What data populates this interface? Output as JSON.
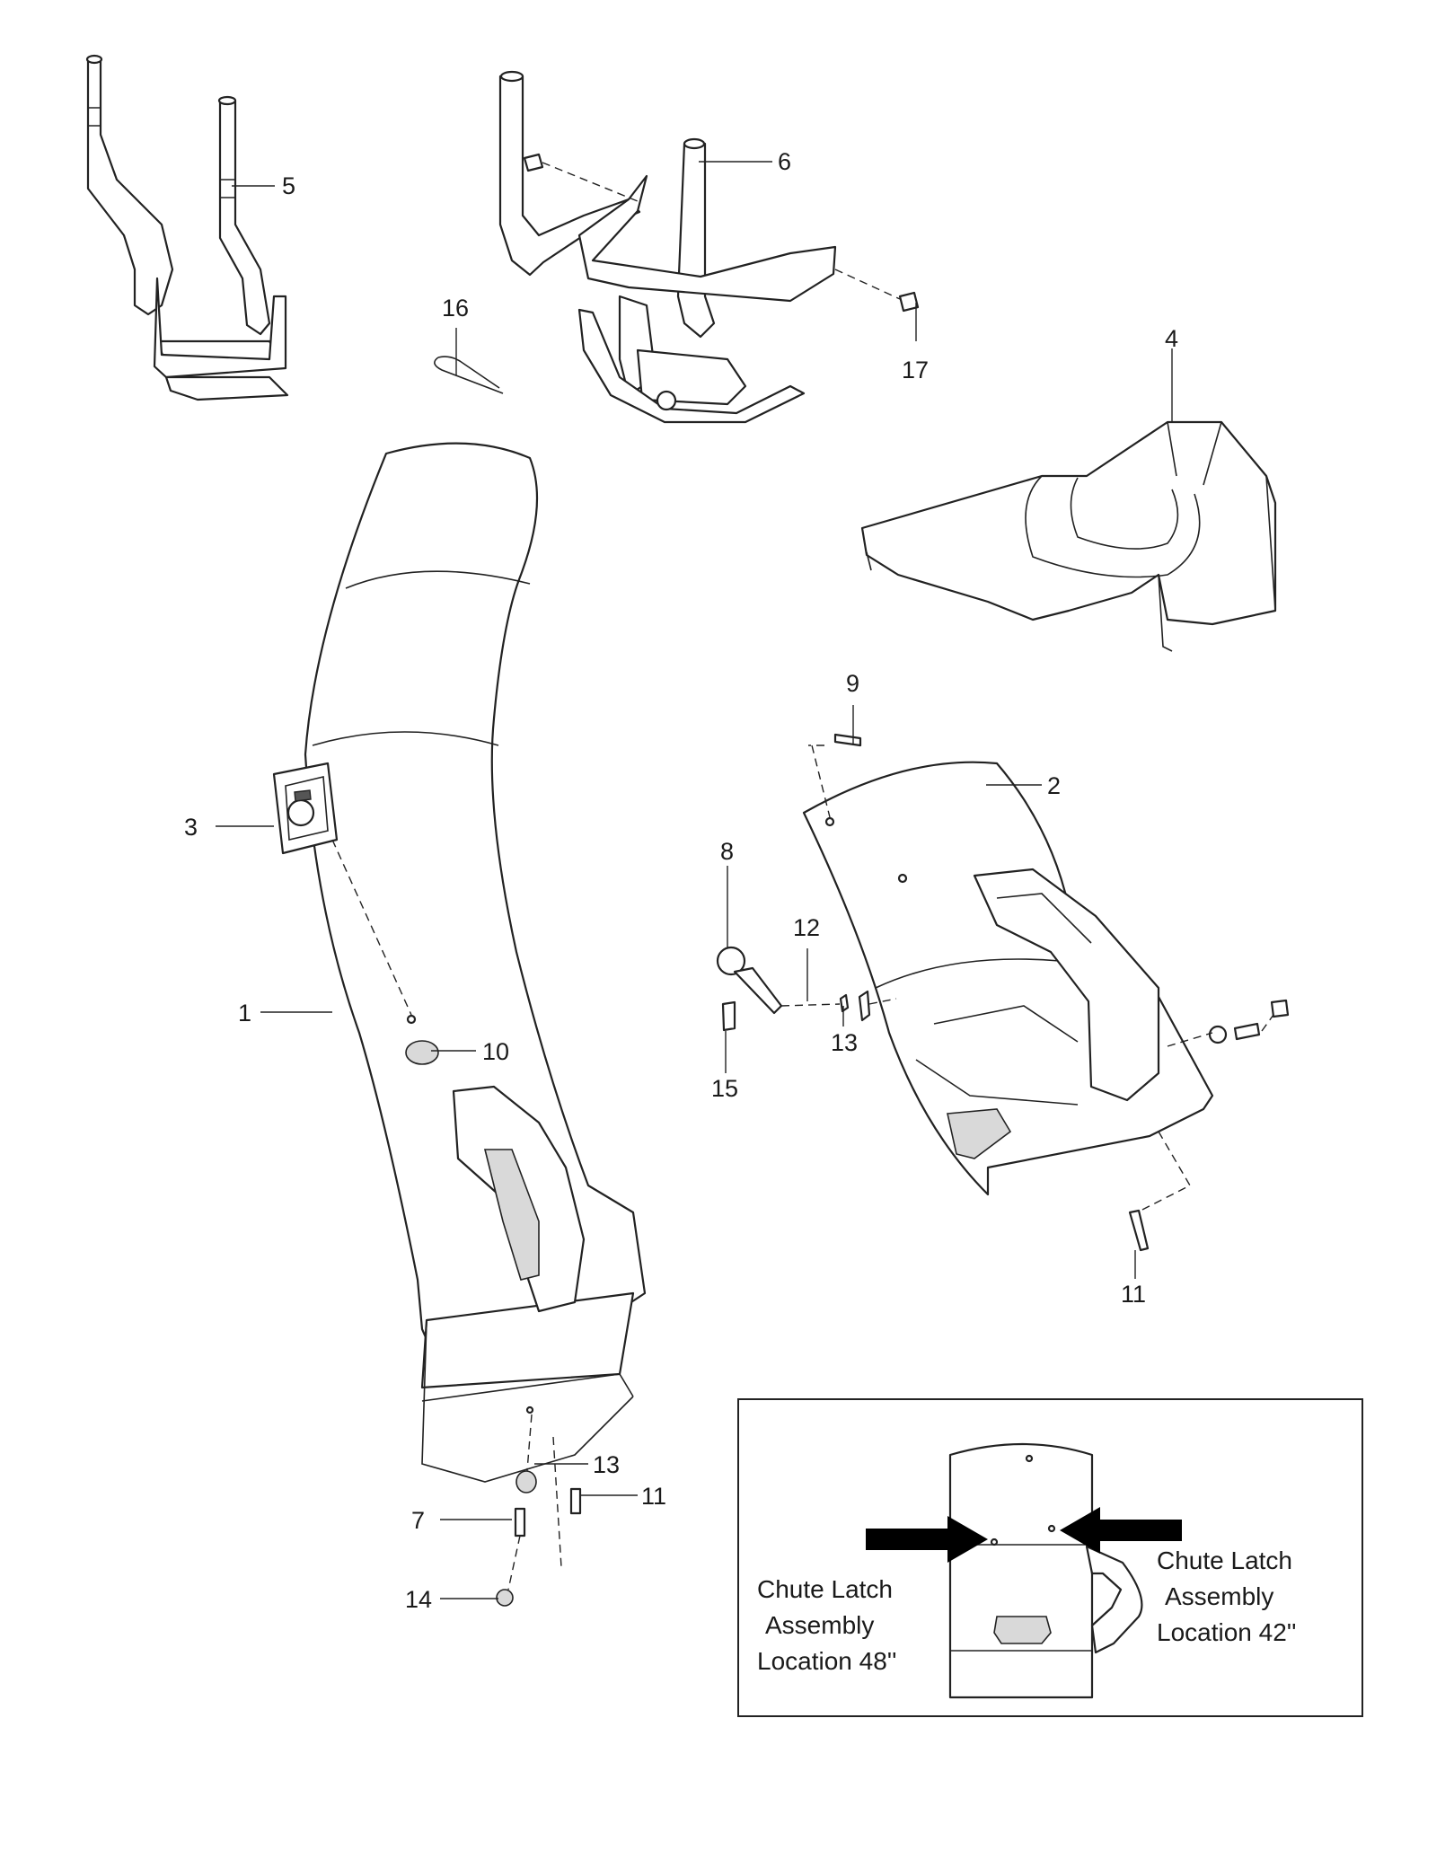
{
  "callouts": {
    "c1": "1",
    "c2": "2",
    "c3": "3",
    "c4": "4",
    "c5": "5",
    "c6": "6",
    "c7": "7",
    "c8": "8",
    "c9": "9",
    "c10": "10",
    "c11a": "11",
    "c11b": "11",
    "c12": "12",
    "c13a": "13",
    "c13b": "13",
    "c14": "14",
    "c15": "15",
    "c16": "16",
    "c17": "17"
  },
  "inset": {
    "left_label_line1": "Chute Latch",
    "left_label_line2": "Assembly",
    "left_label_line3": "Location 48''",
    "right_label_line1": "Chute Latch",
    "right_label_line2": "Assembly",
    "right_label_line3": "Location 42''"
  },
  "colors": {
    "line": "#222222",
    "background": "#ffffff",
    "arrow": "#000000"
  }
}
